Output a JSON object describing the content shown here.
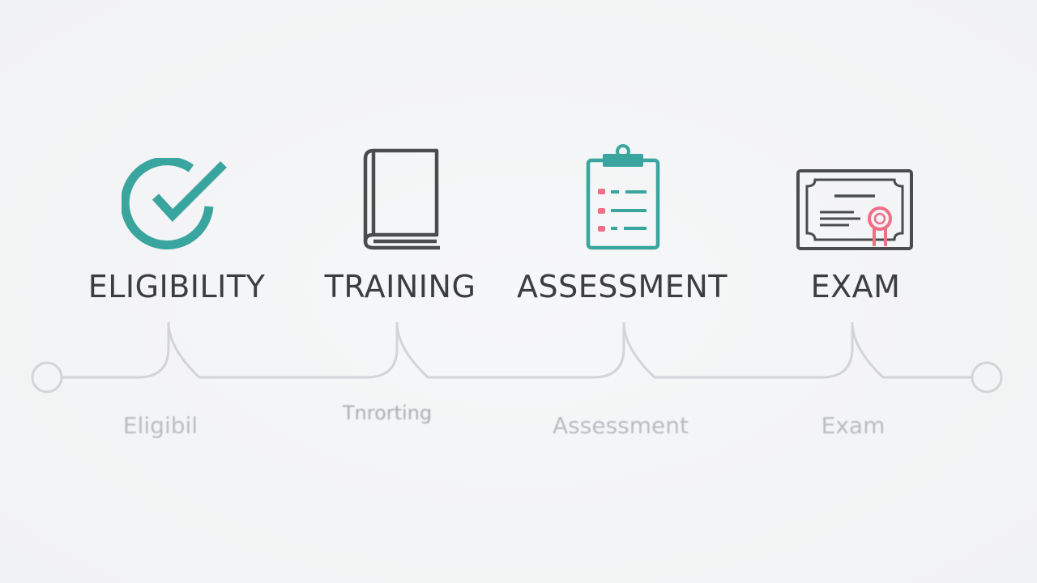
{
  "steps": [
    {
      "id": "eligibility",
      "label": "ELIGIBILITY",
      "sub_label": "Eligibil",
      "icon": "check-circle-icon"
    },
    {
      "id": "training",
      "label": "TRAINING",
      "sub_label": "Tnrorting",
      "icon": "book-icon"
    },
    {
      "id": "assessment",
      "label": "ASSESSMENT",
      "sub_label": "Assessment",
      "icon": "clipboard-icon"
    },
    {
      "id": "exam",
      "label": "EXAM",
      "sub_label": "Exam",
      "icon": "certificate-icon"
    }
  ],
  "colors": {
    "teal": "#3aa59f",
    "pink": "#ee6f86",
    "icon_stroke": "#4a4c4f",
    "timeline": "#d2d5d8",
    "label": "#3b3d40",
    "sub_label": "#b9bdc1"
  }
}
